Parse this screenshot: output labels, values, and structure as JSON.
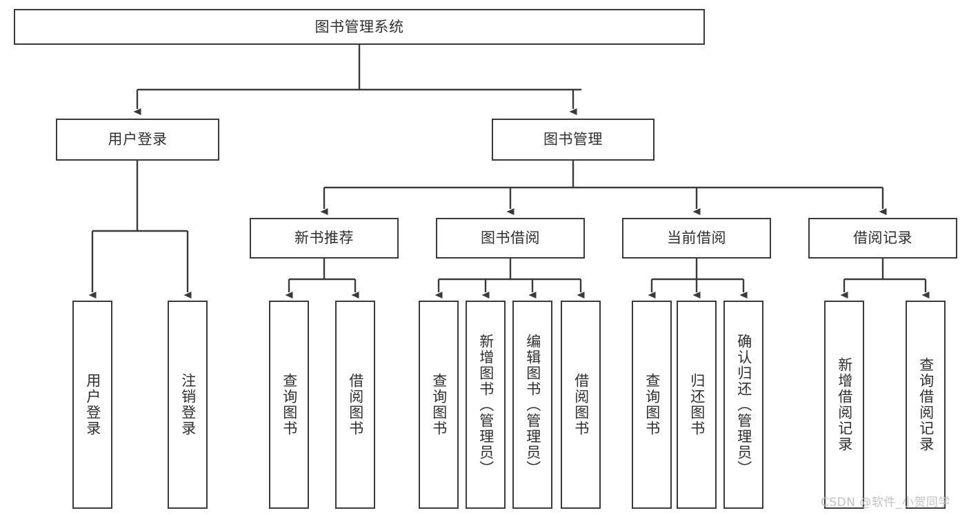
{
  "diagram": {
    "title": "图书管理系统",
    "type": "tree",
    "watermark": "CSDN @软件_小贺同学",
    "colors": {
      "node_border": "#3a3a3a",
      "node_fill": "#ffffff",
      "edge": "#3a3a3a",
      "text": "#2f2f2f",
      "watermark": "#c2c2c2",
      "background": "#ffffff"
    },
    "nodes": {
      "root": {
        "label": "图书管理系统"
      },
      "level2": [
        {
          "id": "user-login",
          "label": "用户登录"
        },
        {
          "id": "book-manage",
          "label": "图书管理"
        }
      ],
      "level3": [
        {
          "id": "new-book-recommend",
          "label": "新书推荐"
        },
        {
          "id": "book-borrow",
          "label": "图书借阅"
        },
        {
          "id": "current-borrow",
          "label": "当前借阅"
        },
        {
          "id": "borrow-record",
          "label": "借阅记录"
        }
      ],
      "leaves": [
        {
          "id": "leaf-user-login",
          "label": "用户登录",
          "parent": "user-login"
        },
        {
          "id": "leaf-user-logout",
          "label": "注销登录",
          "parent": "user-login"
        },
        {
          "id": "leaf-query-book-1",
          "label": "查询图书",
          "parent": "new-book-recommend"
        },
        {
          "id": "leaf-borrow-book-1",
          "label": "借阅图书",
          "parent": "new-book-recommend"
        },
        {
          "id": "leaf-query-book-2",
          "label": "查询图书",
          "parent": "book-borrow"
        },
        {
          "id": "leaf-add-book",
          "label": "新增图书（管理员）",
          "parent": "book-borrow"
        },
        {
          "id": "leaf-edit-book",
          "label": "编辑图书（管理员）",
          "parent": "book-borrow"
        },
        {
          "id": "leaf-borrow-book-2",
          "label": "借阅图书",
          "parent": "book-borrow"
        },
        {
          "id": "leaf-query-book-3",
          "label": "查询图书",
          "parent": "current-borrow"
        },
        {
          "id": "leaf-return-book",
          "label": "归还图书",
          "parent": "current-borrow"
        },
        {
          "id": "leaf-confirm-return",
          "label": "确认归还（管理员）",
          "parent": "current-borrow"
        },
        {
          "id": "leaf-add-record",
          "label": "新增借阅记录",
          "parent": "borrow-record"
        },
        {
          "id": "leaf-query-record",
          "label": "查询借阅记录",
          "parent": "borrow-record"
        }
      ]
    }
  }
}
